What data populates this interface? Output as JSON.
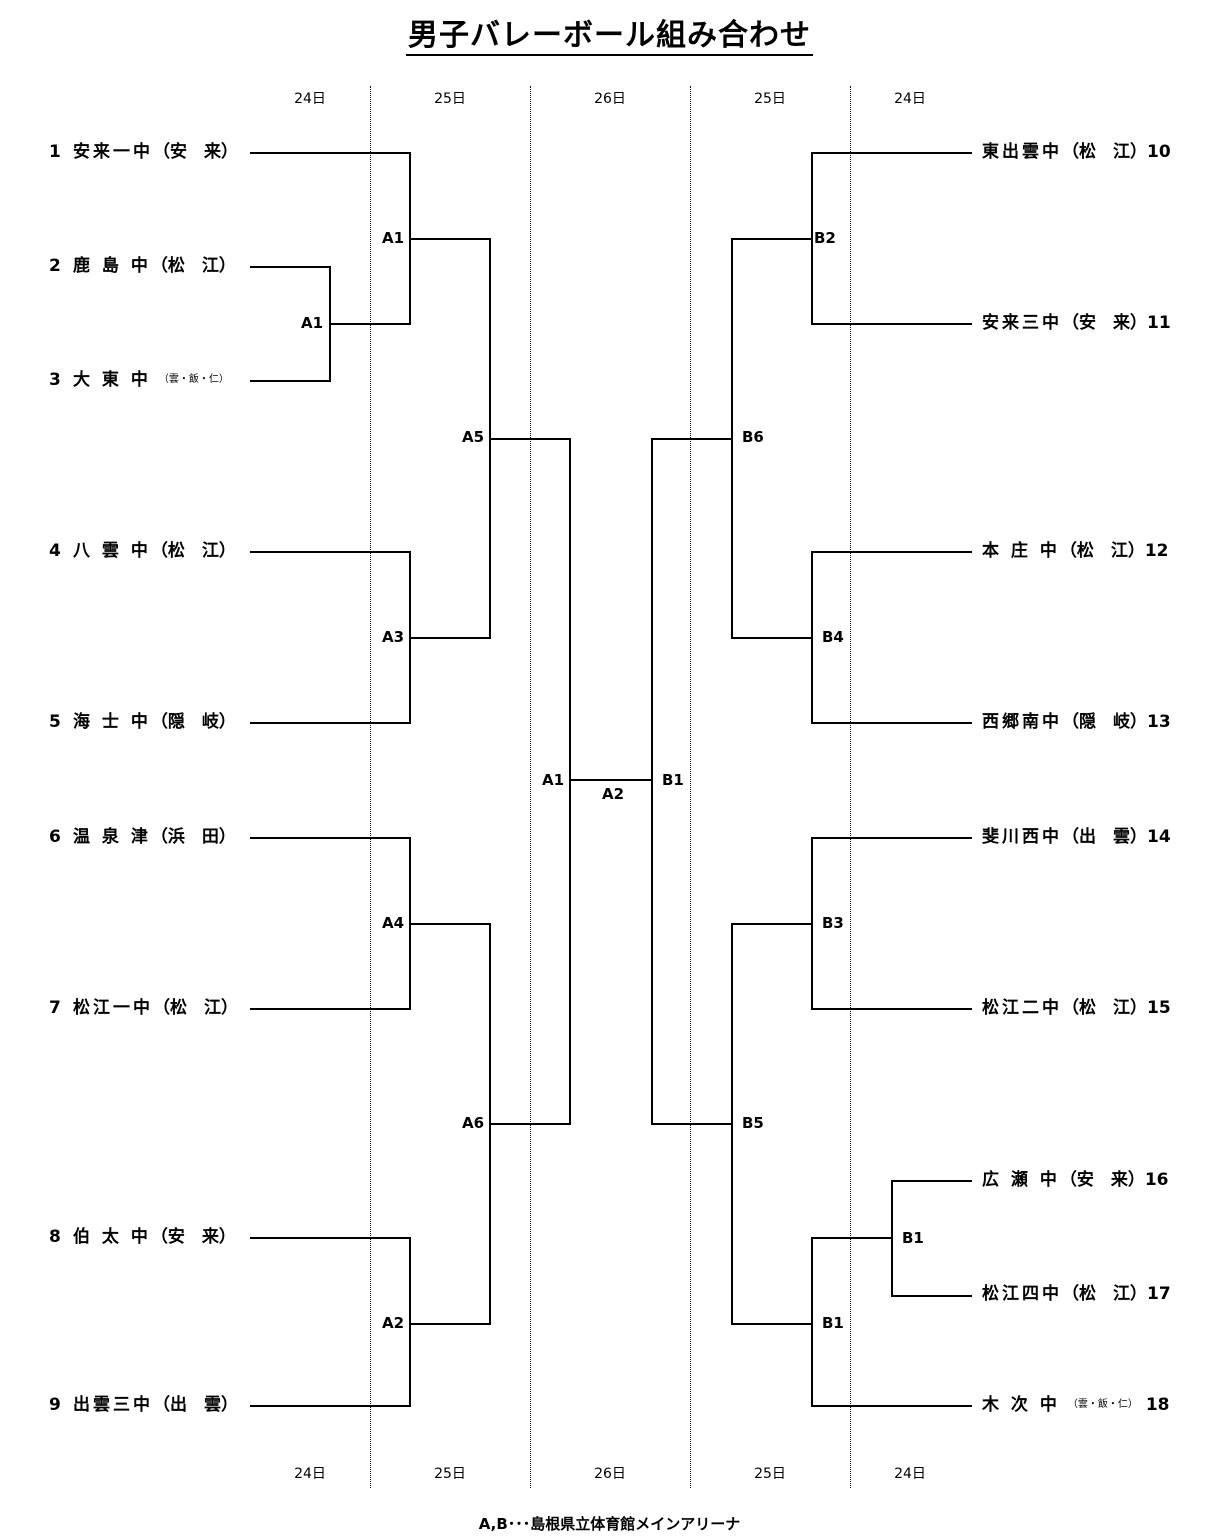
{
  "title": "男子バレーボール組み合わせ",
  "day_header": {
    "top": [
      "24日",
      "25日",
      "26日",
      "25日",
      "24日"
    ],
    "bottom": [
      "24日",
      "25日",
      "26日",
      "25日",
      "24日"
    ]
  },
  "left_teams": [
    {
      "num": "1",
      "name": "安来一中",
      "pref": "（安　来）",
      "small": false
    },
    {
      "num": "2",
      "name": "鹿 島 中",
      "pref": "（松　江）",
      "small": false
    },
    {
      "num": "3",
      "name": "大 東 中",
      "pref": "（雲・飯・仁）",
      "small": true
    },
    {
      "num": "4",
      "name": "八 雲 中",
      "pref": "（松　江）",
      "small": false
    },
    {
      "num": "5",
      "name": "海 士 中",
      "pref": "（隠　岐）",
      "small": false
    },
    {
      "num": "6",
      "name": "温 泉 津",
      "pref": "（浜　田）",
      "small": false
    },
    {
      "num": "7",
      "name": "松江一中",
      "pref": "（松　江）",
      "small": false
    },
    {
      "num": "8",
      "name": "伯 太 中",
      "pref": "（安　来）",
      "small": false
    },
    {
      "num": "9",
      "name": "出雲三中",
      "pref": "（出　雲）",
      "small": false
    }
  ],
  "right_teams": [
    {
      "num": "10",
      "name": "東出雲中",
      "pref": "（松　江）",
      "small": false
    },
    {
      "num": "11",
      "name": "安来三中",
      "pref": "（安　来）",
      "small": false
    },
    {
      "num": "12",
      "name": "本 庄 中",
      "pref": "（松　江）",
      "small": false
    },
    {
      "num": "13",
      "name": "西郷南中",
      "pref": "（隠　岐）",
      "small": false
    },
    {
      "num": "14",
      "name": "斐川西中",
      "pref": "（出　雲）",
      "small": false
    },
    {
      "num": "15",
      "name": "松江二中",
      "pref": "（松　江）",
      "small": false
    },
    {
      "num": "16",
      "name": "広 瀬 中",
      "pref": "（安　来）",
      "small": false
    },
    {
      "num": "17",
      "name": "松江四中",
      "pref": "（松　江）",
      "small": false
    },
    {
      "num": "18",
      "name": "木 次 中",
      "pref": "（雲・飯・仁）",
      "small": true
    }
  ],
  "match_labels": {
    "left_r1": "A1",
    "left_a1": "A1",
    "left_a3": "A3",
    "left_a4": "A4",
    "left_a2": "A2",
    "left_a5": "A5",
    "left_a6": "A6",
    "semi_left": "A1",
    "final": "A2",
    "semi_right": "B1",
    "right_b2": "B2",
    "right_b4": "B4",
    "right_b3": "B3",
    "right_r1": "B1",
    "right_b1": "B1",
    "right_b6": "B6",
    "right_b5": "B5"
  },
  "footer": "A,B･･･島根県立体育館メインアリーナ"
}
